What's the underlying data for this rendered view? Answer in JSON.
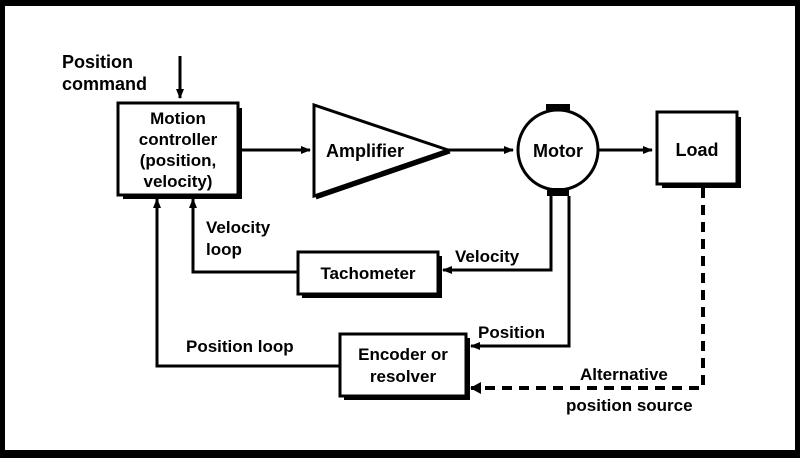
{
  "diagram": {
    "input_label": [
      "Position",
      "command"
    ],
    "motion_controller": [
      "Motion",
      "controller",
      "(position,",
      "velocity)"
    ],
    "amplifier": "Amplifier",
    "motor": "Motor",
    "load": "Load",
    "tachometer": "Tachometer",
    "encoder": [
      "Encoder or",
      "resolver"
    ],
    "velocity_label": "Velocity",
    "velocity_loop_label": [
      "Velocity",
      "loop"
    ],
    "position_label": "Position",
    "position_loop_label": "Position loop",
    "alternative_source_label": [
      "Alternative",
      "position source"
    ]
  }
}
